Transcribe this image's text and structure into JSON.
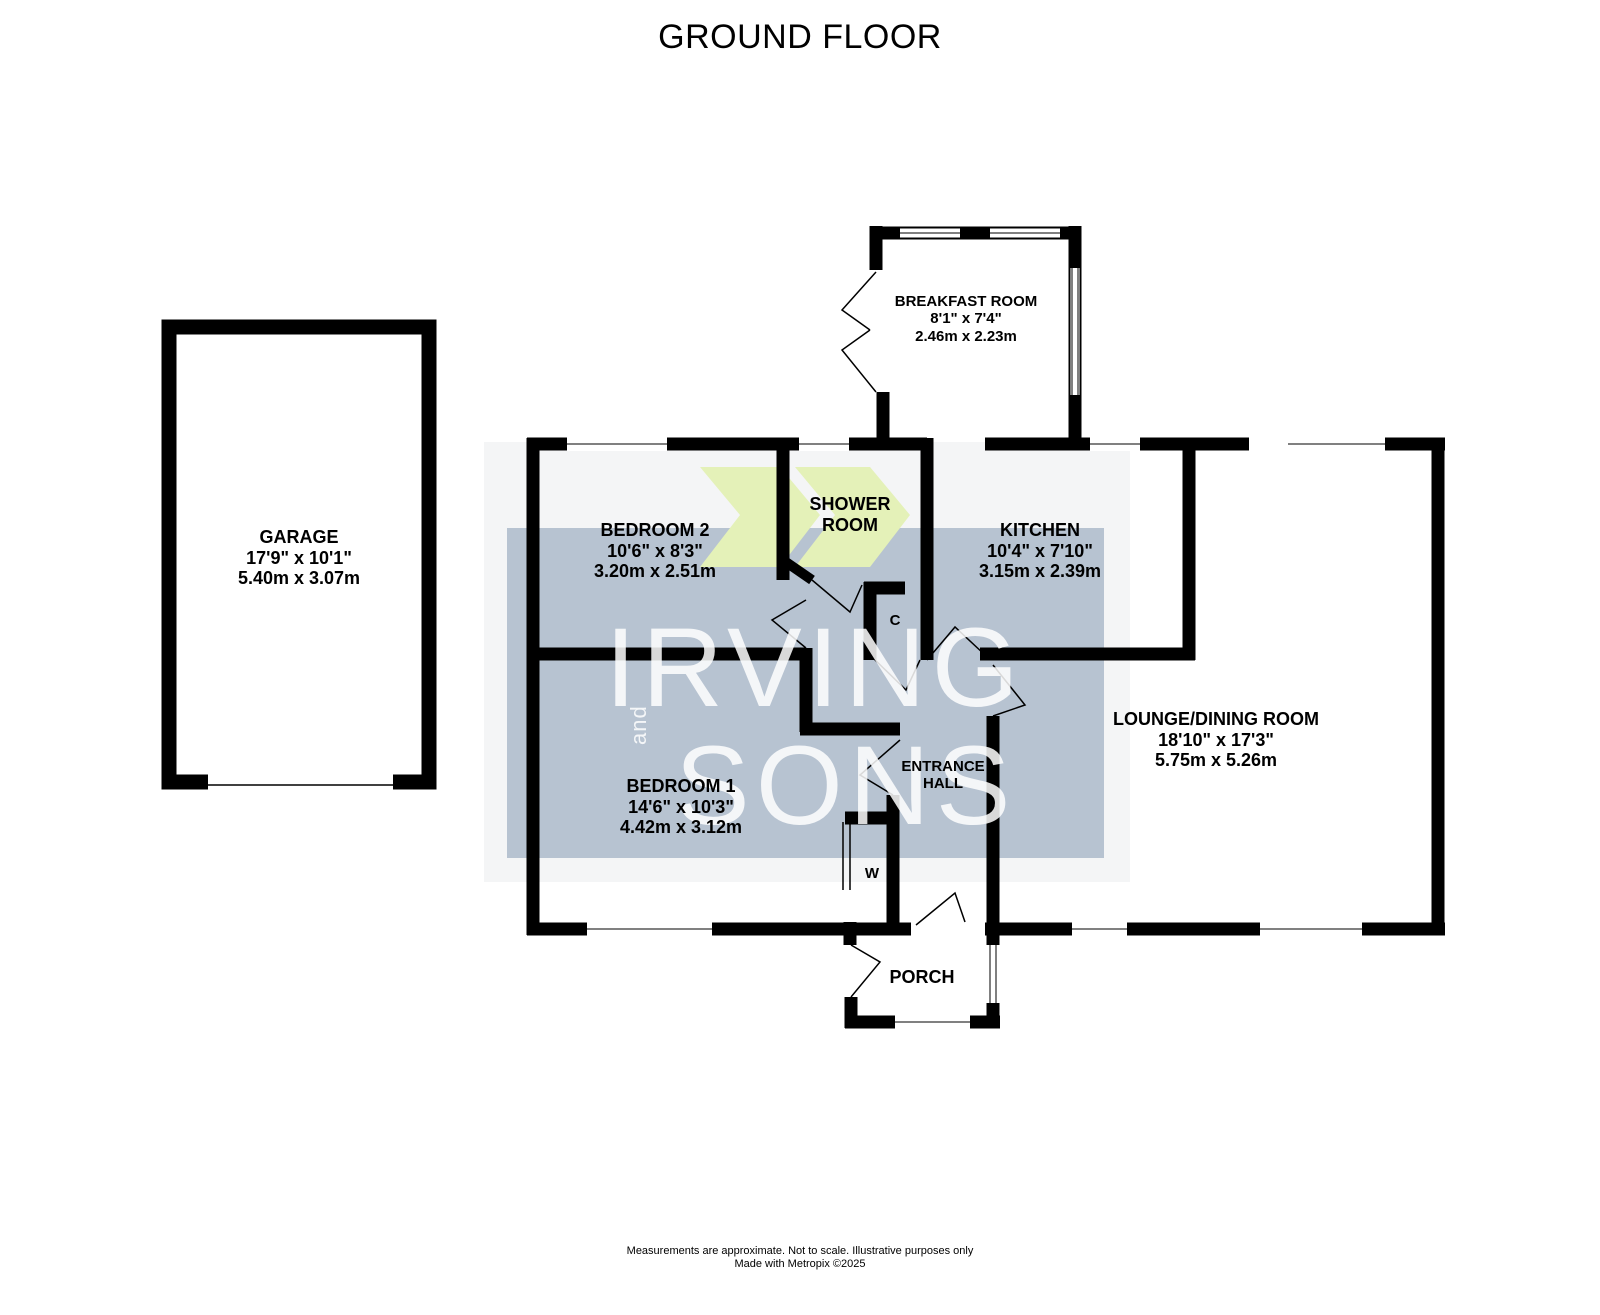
{
  "floor_title": "GROUND FLOOR",
  "rooms": {
    "garage": {
      "name": "GARAGE",
      "imperial": "17'9\"  x 10'1\"",
      "metric": "5.40m  x 3.07m"
    },
    "breakfast": {
      "name": "BREAKFAST ROOM",
      "imperial": "8'1\"  x 7'4\"",
      "metric": "2.46m  x 2.23m"
    },
    "bedroom2": {
      "name": "BEDROOM 2",
      "imperial": "10'6\"  x 8'3\"",
      "metric": "3.20m  x 2.51m"
    },
    "shower": {
      "name_line1": "SHOWER",
      "name_line2": "ROOM"
    },
    "kitchen": {
      "name": "KITCHEN",
      "imperial": "10'4\"  x 7'10\"",
      "metric": "3.15m  x 2.39m"
    },
    "cupboard": {
      "name": "C"
    },
    "lounge": {
      "name": "LOUNGE/DINING ROOM",
      "imperial": "18'10\"  x 17'3\"",
      "metric": "5.75m  x 5.26m"
    },
    "entrance": {
      "name_line1": "ENTRANCE",
      "name_line2": "HALL"
    },
    "bedroom1": {
      "name": "BEDROOM 1",
      "imperial": "14'6\"  x 10'3\"",
      "metric": "4.42m  x 3.12m"
    },
    "wardrobe": {
      "name": "W"
    },
    "porch": {
      "name": "PORCH"
    }
  },
  "watermark": {
    "line1": "IRVING",
    "line2": "SONS",
    "small": "and"
  },
  "footer": {
    "line1": "Measurements are approximate.  Not to scale.  Illustrative purposes only",
    "line2": "Made with Metropix ©2025"
  },
  "colors": {
    "wall": "#000000",
    "watermark_blue": "#b7c3d1",
    "watermark_green": "#e4f1b8"
  }
}
